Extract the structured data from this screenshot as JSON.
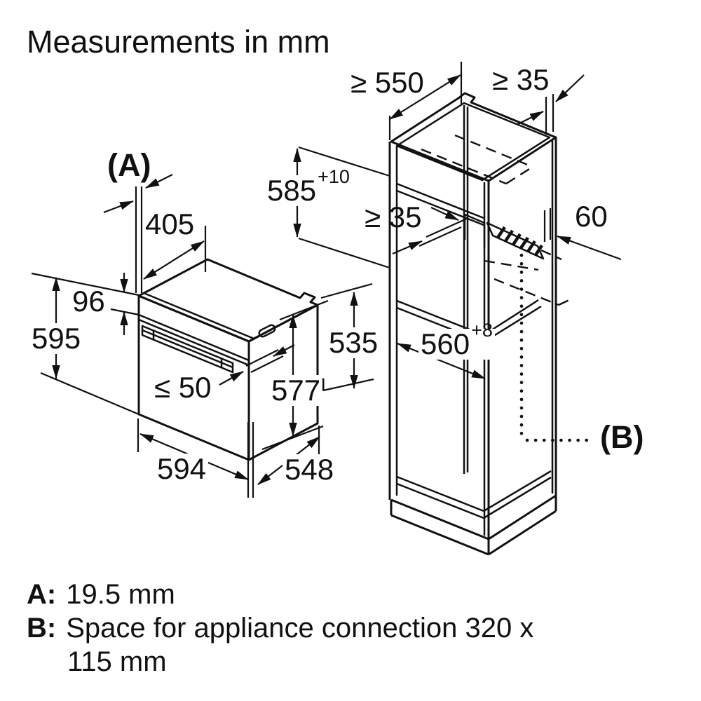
{
  "title": "Measurements in mm",
  "oven": {
    "callout": "(A)",
    "dims": {
      "top_setback": "405",
      "panel_height": "96",
      "height": "595",
      "handle_depth": "≤ 50",
      "depth_with_door": "577",
      "width": "594",
      "depth": "548"
    }
  },
  "cabinet": {
    "callout": "(B)",
    "dims": {
      "depth": "≥ 550",
      "rear_gap_top": "≥ 35",
      "niche_height_base": "585",
      "niche_height_tol": "+10",
      "vent_gap": "≥ 35",
      "side_recess": "60",
      "inner_height": "535",
      "niche_width_base": "560",
      "niche_width_tol": "+8"
    }
  },
  "legend": {
    "a_key": "A:",
    "a_value": "19.5 mm",
    "b_key": "B:",
    "b_line1": "Space for appliance connection 320 x",
    "b_line2": "115 mm"
  },
  "colors": {
    "line": "#111111",
    "background": "#ffffff"
  }
}
